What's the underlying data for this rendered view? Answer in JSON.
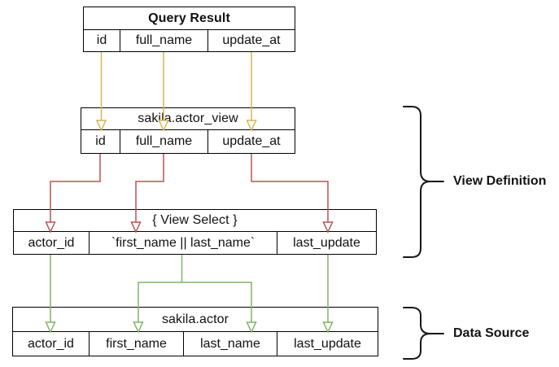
{
  "diagram": {
    "tables": [
      {
        "id": "query-result",
        "title": "Query Result",
        "columns": [
          "id",
          "full_name",
          "update_at"
        ]
      },
      {
        "id": "actor-view",
        "title": "sakila.actor_view",
        "columns": [
          "id",
          "full_name",
          "update_at"
        ]
      },
      {
        "id": "view-select",
        "title": "{ View Select }",
        "columns": [
          "actor_id",
          "`first_name || last_name`",
          "last_update"
        ]
      },
      {
        "id": "actor",
        "title": "sakila.actor",
        "columns": [
          "actor_id",
          "first_name",
          "last_name",
          "last_update"
        ]
      }
    ],
    "annotations": [
      {
        "id": "view-definition",
        "label": "View Definition"
      },
      {
        "id": "data-source",
        "label": "Data Source"
      }
    ],
    "colors": {
      "result_to_view": "#d6b656",
      "view_to_select": "#b85450",
      "select_to_source": "#82b366",
      "border": "#000000",
      "brace": "#161616"
    },
    "edges": {
      "result_to_view": [
        {
          "from": "Query Result.id",
          "to": "sakila.actor_view.id"
        },
        {
          "from": "Query Result.full_name",
          "to": "sakila.actor_view.full_name"
        },
        {
          "from": "Query Result.update_at",
          "to": "sakila.actor_view.update_at"
        }
      ],
      "view_to_select": [
        {
          "from": "sakila.actor_view.id",
          "to": "{ View Select }.actor_id"
        },
        {
          "from": "sakila.actor_view.full_name",
          "to": "{ View Select }.`first_name || last_name`"
        },
        {
          "from": "sakila.actor_view.update_at",
          "to": "{ View Select }.last_update"
        }
      ],
      "select_to_source": [
        {
          "from": "{ View Select }.actor_id",
          "to": "sakila.actor.actor_id"
        },
        {
          "from": "{ View Select }.`first_name || last_name`",
          "to": "sakila.actor.first_name"
        },
        {
          "from": "{ View Select }.`first_name || last_name`",
          "to": "sakila.actor.last_name"
        },
        {
          "from": "{ View Select }.last_update",
          "to": "sakila.actor.last_update"
        }
      ]
    }
  }
}
